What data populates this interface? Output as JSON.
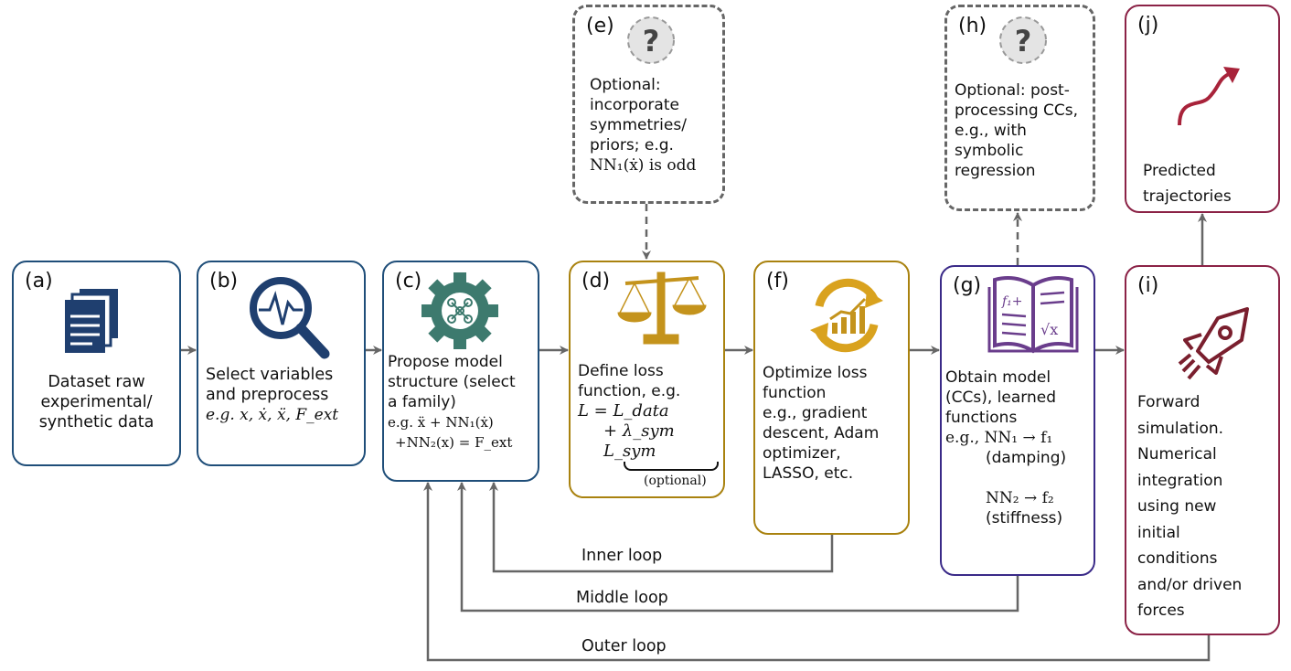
{
  "colors": {
    "navy": "#1f4e79",
    "gold": "#a9820f",
    "purple": "#3a2a88",
    "maroon": "#8b2246",
    "arrow": "#666666"
  },
  "boxes": {
    "a": {
      "label": "(a)",
      "text": [
        "Dataset raw",
        "experimental/",
        "synthetic data"
      ],
      "icon": "document-stack-icon"
    },
    "b": {
      "label": "(b)",
      "text": [
        "Select variables",
        "and preprocess"
      ],
      "math": "e.g. x, ẋ, ẍ, F_ext",
      "icon": "magnifier-signal-icon"
    },
    "c": {
      "label": "(c)",
      "text": [
        "Propose model",
        "structure (select",
        "a family)"
      ],
      "math1": "e.g.  ẍ + NN₁(ẋ)",
      "math2": "+NN₂(x) = F_ext",
      "icon": "gear-network-icon"
    },
    "d": {
      "label": "(d)",
      "text": [
        "Define loss",
        "function, e.g."
      ],
      "math1": "L = L_data",
      "math2": "+ λ_sym L_sym",
      "note": "(optional)",
      "icon": "balance-scale-icon"
    },
    "e": {
      "label": "(e)",
      "text": [
        "Optional:",
        "incorporate",
        "symmetries/",
        "priors; e.g."
      ],
      "math": "NN₁(ẋ) is odd",
      "icon": "question-icon"
    },
    "f": {
      "label": "(f)",
      "text": [
        "Optimize loss",
        "function",
        "e.g., gradient",
        "descent, Adam",
        "optimizer,",
        "LASSO, etc."
      ],
      "icon": "cycle-chart-icon"
    },
    "g": {
      "label": "(g)",
      "text": [
        "Obtain model",
        "(CCs), learned",
        "functions"
      ],
      "math1": "e.g., NN₁ → f₁",
      "note1": "(damping)",
      "math2": "NN₂ → f₂",
      "note2": "(stiffness)",
      "icon": "open-book-icon"
    },
    "h": {
      "label": "(h)",
      "text": [
        "Optional: post-",
        "processing CCs,",
        "e.g., with",
        "symbolic",
        "regression"
      ],
      "icon": "question-icon"
    },
    "i": {
      "label": "(i)",
      "text": [
        "Forward",
        "simulation.",
        "Numerical",
        "integration",
        "using new",
        "initial",
        "conditions",
        "and/or driven",
        "forces"
      ],
      "icon": "rocket-icon"
    },
    "j": {
      "label": "(j)",
      "text": [
        "Predicted",
        "trajectories"
      ],
      "icon": "curved-arrow-icon"
    }
  },
  "loops": {
    "inner": "Inner loop",
    "middle": "Middle loop",
    "outer": "Outer loop"
  }
}
